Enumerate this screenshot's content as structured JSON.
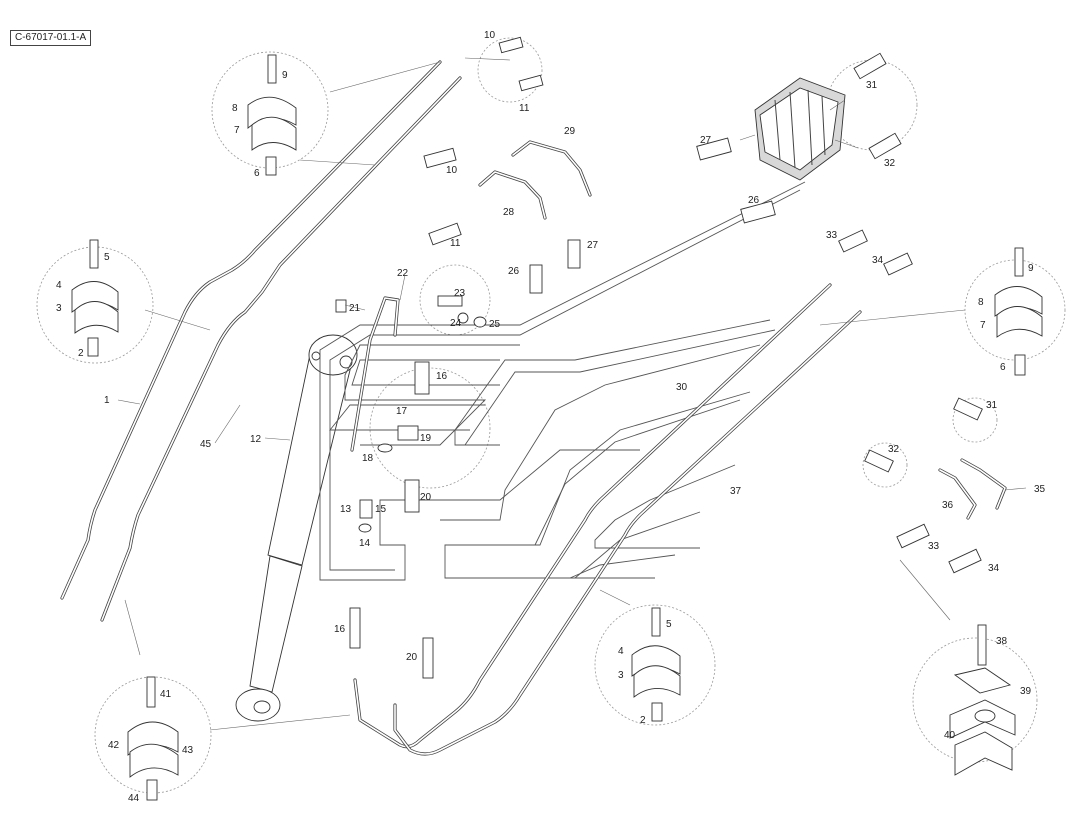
{
  "drawing_id": "C-67017-01.1-A",
  "callouts": {
    "c1": "1",
    "c2a": "2",
    "c2b": "2",
    "c3a": "3",
    "c3b": "3",
    "c4a": "4",
    "c4b": "4",
    "c5a": "5",
    "c5b": "5",
    "c6a": "6",
    "c6b": "6",
    "c7a": "7",
    "c7b": "7",
    "c8a": "8",
    "c8b": "8",
    "c9a": "9",
    "c9b": "9",
    "c10a": "10",
    "c10b": "10",
    "c11a": "11",
    "c11b": "11",
    "c12": "12",
    "c13": "13",
    "c14": "14",
    "c15": "15",
    "c16a": "16",
    "c16b": "16",
    "c17": "17",
    "c18": "18",
    "c19": "19",
    "c20a": "20",
    "c20b": "20",
    "c21": "21",
    "c22": "22",
    "c23": "23",
    "c24": "24",
    "c25": "25",
    "c26a": "26",
    "c26b": "26",
    "c27a": "27",
    "c27b": "27",
    "c28": "28",
    "c29": "29",
    "c30": "30",
    "c31a": "31",
    "c31b": "31",
    "c32a": "32",
    "c32b": "32",
    "c33a": "33",
    "c33b": "33",
    "c34a": "34",
    "c34b": "34",
    "c35": "35",
    "c36": "36",
    "c37": "37",
    "c38": "38",
    "c39": "39",
    "c40": "40",
    "c41": "41",
    "c42": "42",
    "c43": "43",
    "c44": "44",
    "c45": "45"
  }
}
